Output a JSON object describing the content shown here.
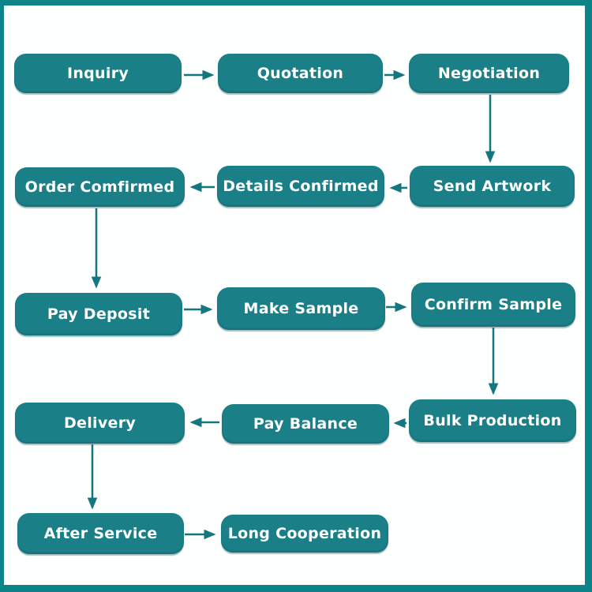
{
  "diagram": {
    "type": "flowchart",
    "description": "Order and production process flow",
    "colors": {
      "node": "#1b7f88",
      "frame": "#0d8588",
      "arrow": "#15767f",
      "text": "#ffffff",
      "background": "#fdfefe"
    },
    "nodes": [
      {
        "id": "inquiry",
        "label": "Inquiry"
      },
      {
        "id": "quotation",
        "label": "Quotation"
      },
      {
        "id": "negotiation",
        "label": "Negotiation"
      },
      {
        "id": "order-comfirmed",
        "label": "Order Comfirmed"
      },
      {
        "id": "details-confirmed",
        "label": "Details Confirmed"
      },
      {
        "id": "send-artwork",
        "label": "Send Artwork"
      },
      {
        "id": "pay-deposit",
        "label": "Pay Deposit"
      },
      {
        "id": "make-sample",
        "label": "Make Sample"
      },
      {
        "id": "confirm-sample",
        "label": "Confirm Sample"
      },
      {
        "id": "delivery",
        "label": "Delivery"
      },
      {
        "id": "pay-balance",
        "label": "Pay Balance"
      },
      {
        "id": "bulk-production",
        "label": "Bulk Production"
      },
      {
        "id": "after-service",
        "label": "After Service"
      },
      {
        "id": "long-cooperation",
        "label": "Long Cooperation"
      }
    ],
    "edges": [
      {
        "from": "inquiry",
        "to": "quotation"
      },
      {
        "from": "quotation",
        "to": "negotiation"
      },
      {
        "from": "negotiation",
        "to": "send-artwork"
      },
      {
        "from": "send-artwork",
        "to": "details-confirmed"
      },
      {
        "from": "details-confirmed",
        "to": "order-comfirmed"
      },
      {
        "from": "order-comfirmed",
        "to": "pay-deposit"
      },
      {
        "from": "pay-deposit",
        "to": "make-sample"
      },
      {
        "from": "make-sample",
        "to": "confirm-sample"
      },
      {
        "from": "confirm-sample",
        "to": "bulk-production"
      },
      {
        "from": "bulk-production",
        "to": "pay-balance"
      },
      {
        "from": "pay-balance",
        "to": "delivery"
      },
      {
        "from": "delivery",
        "to": "after-service"
      },
      {
        "from": "after-service",
        "to": "long-cooperation"
      }
    ]
  }
}
